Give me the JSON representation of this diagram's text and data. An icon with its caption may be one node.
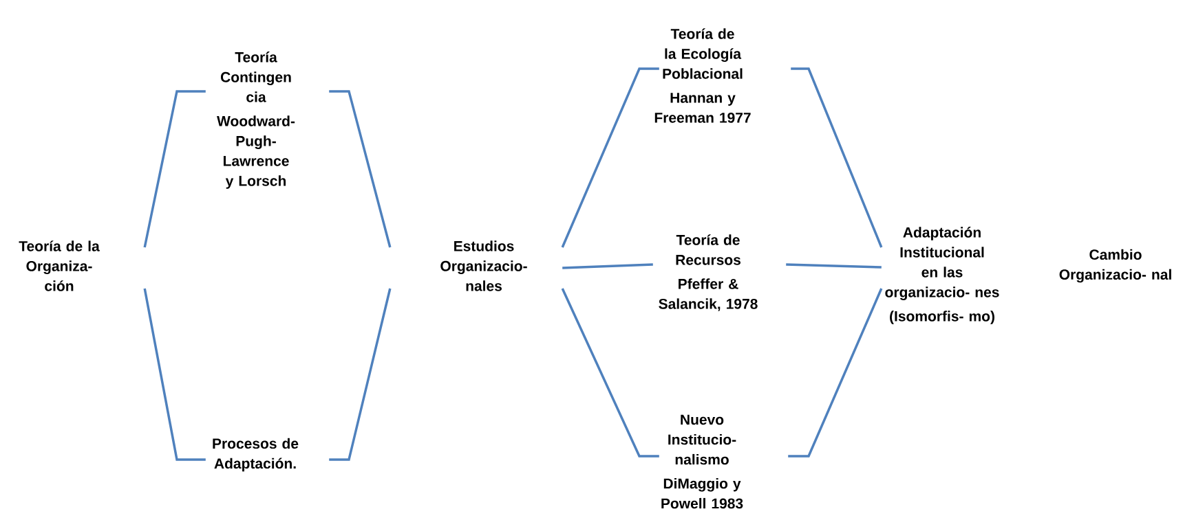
{
  "diagram": {
    "nodes": [
      {
        "text": [
          "Teoría de la Organiza- ción"
        ]
      },
      {
        "text": [
          "Teoría Contingen cia",
          "Woodward- Pugh- Lawrence y Lorsch"
        ]
      },
      {
        "text": [
          "Procesos de Adaptación."
        ]
      },
      {
        "text": [
          "Estudios Organizacio- nales"
        ]
      },
      {
        "text": [
          "Teoría de la Ecología Poblacional",
          "Hannan y Freeman 1977"
        ]
      },
      {
        "text": [
          "Teoría de Recursos",
          "Pfeffer & Salancik, 1978"
        ]
      },
      {
        "text": [
          "Nuevo Institucio- nalismo",
          "DiMaggio y Powell 1983"
        ]
      },
      {
        "text": [
          "Adaptación Institucional en las organizacio- nes",
          "(Isomorfis- mo)"
        ]
      }
    ],
    "edges": [
      {
        "from": 0,
        "to": 1,
        "arrow": "none"
      },
      {
        "from": 0,
        "to": 2,
        "arrow": "none"
      },
      {
        "from": 1,
        "to": 3,
        "arrow": "none"
      },
      {
        "from": 2,
        "to": 3,
        "arrow": "none"
      },
      {
        "from": 3,
        "to": 4,
        "arrow": "none"
      },
      {
        "from": 3,
        "to": 5,
        "arrow": "none"
      },
      {
        "from": 3,
        "to": 6,
        "arrow": "none"
      },
      {
        "from": 4,
        "to": 7,
        "arrow": "none"
      },
      {
        "from": 5,
        "to": 7,
        "arrow": "none"
      },
      {
        "from": 6,
        "to": 7,
        "arrow": "none"
      }
    ],
    "labels": [
      "Cambio Organizacio- nal"
    ]
  }
}
